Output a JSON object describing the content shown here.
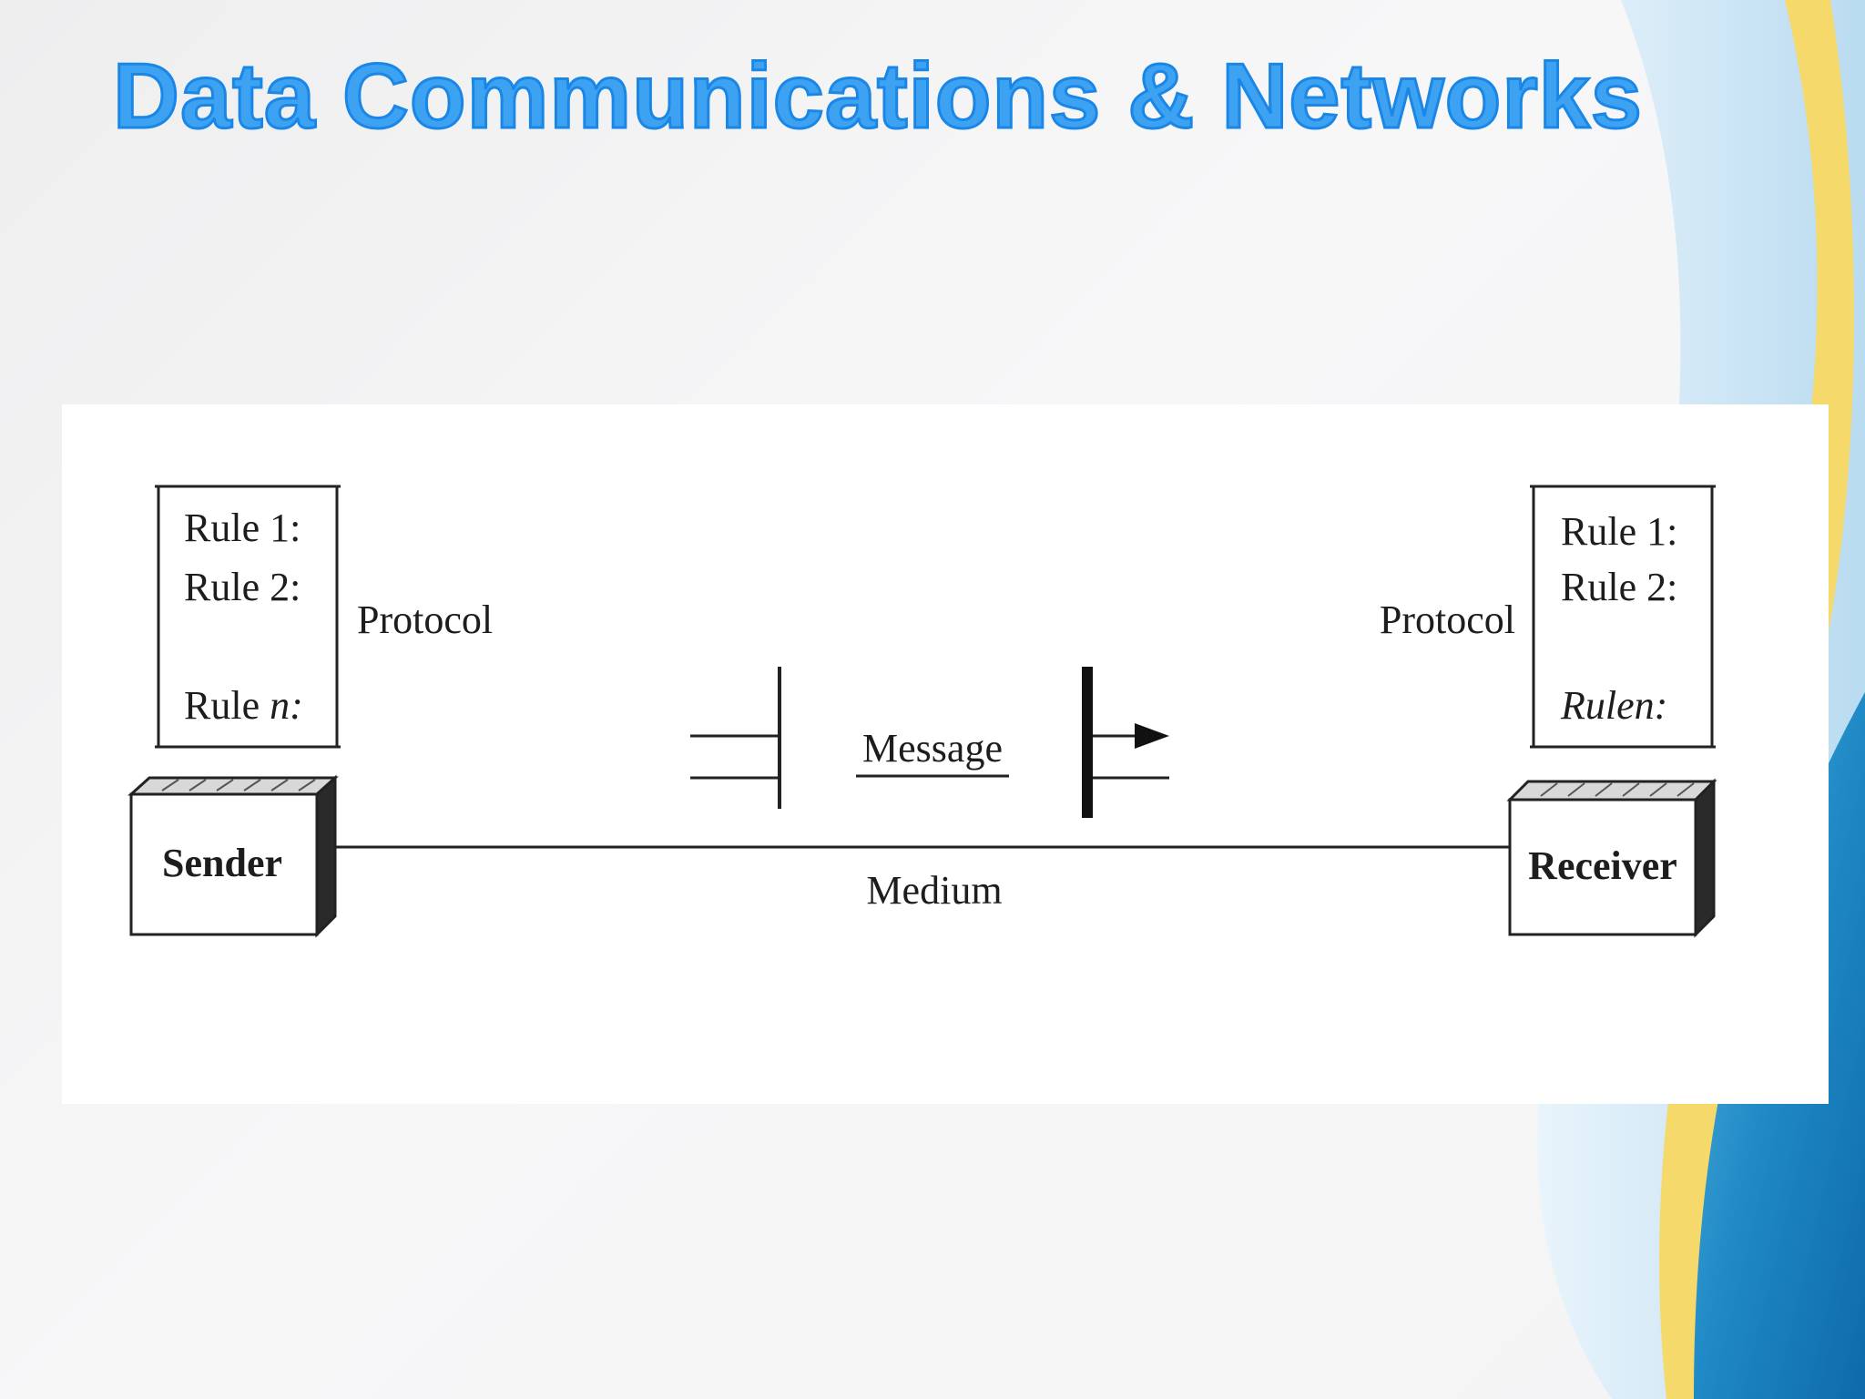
{
  "slide": {
    "title": "Data Communications & Networks"
  },
  "diagram": {
    "sender": {
      "label": "Sender",
      "protocol_label": "Protocol",
      "rules": {
        "rule1": "Rule 1:",
        "rule2": "Rule 2:",
        "rule_n_prefix": "Rule ",
        "rule_n_var": "n:"
      }
    },
    "receiver": {
      "label": "Receiver",
      "protocol_label": "Protocol",
      "rules": {
        "rule1": "Rule 1:",
        "rule2": "Rule 2:",
        "rule_n": "Rulen:"
      }
    },
    "message_label": "Message",
    "medium_label": "Medium"
  },
  "colors": {
    "title_fill": "#3da2f2",
    "title_outline": "#1a86e6",
    "wave_blue": "#1781bf",
    "wave_light_blue": "#bcdff3",
    "wave_yellow": "#f6d96b"
  }
}
